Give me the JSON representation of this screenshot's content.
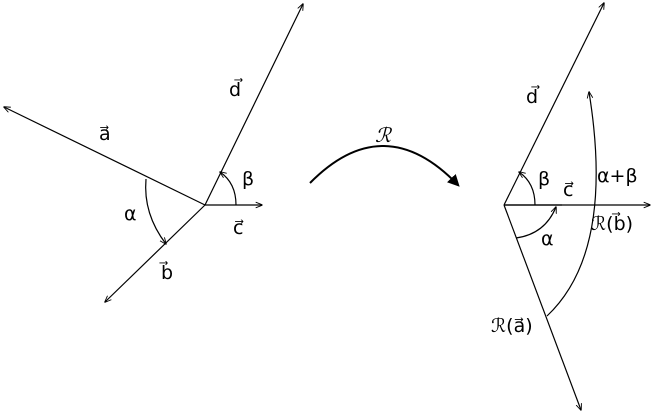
{
  "left": {
    "vectors": {
      "a": "a⃗",
      "b": "b⃗",
      "c": "c⃗",
      "d": "d⃗"
    },
    "angles": {
      "alpha": "α",
      "beta": "β"
    }
  },
  "transform": {
    "label": "ℛ"
  },
  "right": {
    "vectors": {
      "d": "d⃗",
      "c": "c⃗",
      "rb": "ℛ(b⃗)",
      "ra": "ℛ(a⃗)"
    },
    "angles": {
      "alpha": "α",
      "beta": "β",
      "alpha_plus_beta": "α+β"
    }
  }
}
